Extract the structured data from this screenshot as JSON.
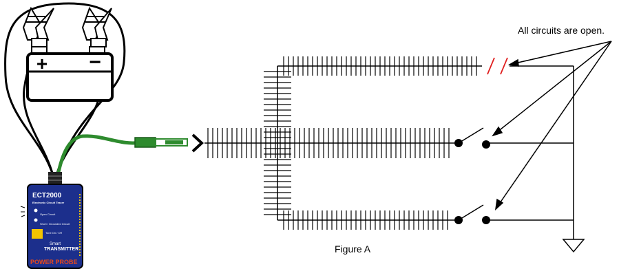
{
  "annotation": "All circuits are open.",
  "caption": "Figure A",
  "battery": {
    "positive": "+",
    "negative": "−"
  },
  "device": {
    "model": "ECT2000",
    "subtitle": "Electronic Circuit Tracer",
    "legend_open": "Open Circuit",
    "legend_short": "Short / Grounded Circuit",
    "tone": "Tone On / Off",
    "brand_small": "Smart",
    "brand_large": "TRANSMITTER",
    "logo": "POWER PROBE"
  },
  "colors": {
    "line": "#000000",
    "probe_lead": "#2e8b2e",
    "break_mark": "#e02020",
    "device_body": "#1c2f8c",
    "device_label": "#ffffff",
    "device_accent": "#f2c400",
    "logo_fire": "#e8481c"
  }
}
